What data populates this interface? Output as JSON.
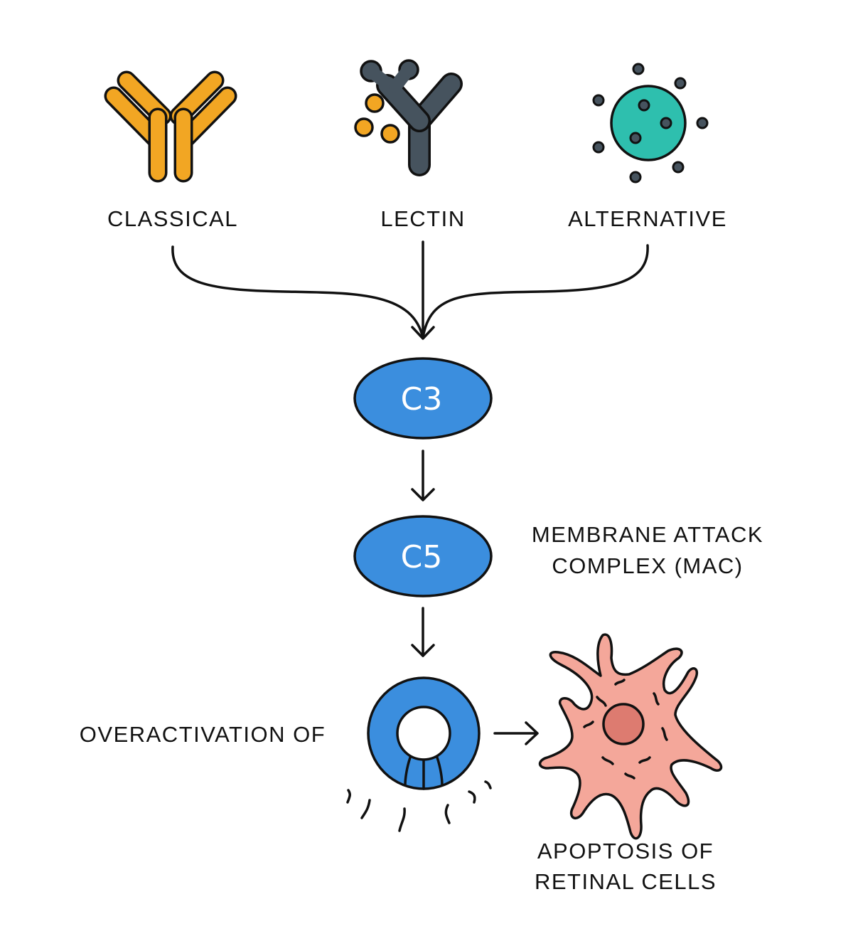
{
  "pathways": {
    "classical": "CLASSICAL",
    "lectin": "LECTIN",
    "alternative": "ALTERNATIVE"
  },
  "nodes": {
    "c3": "C3",
    "c5": "C5"
  },
  "mac_label": {
    "line1": "MEMBRANE ATTACK",
    "line2": "COMPLEX (MAC)"
  },
  "overactivation_label": "OVERACTIVATION OF",
  "apoptosis_label": {
    "line1": "APOPTOSIS OF",
    "line2": "RETINAL CELLS"
  },
  "colors": {
    "antibody": "#F2A623",
    "lectin": "#46535E",
    "alternative": "#2EBFAE",
    "complement_node": "#3B8EDE",
    "retinal_cell": "#F4A79A",
    "retinal_nucleus": "#DD7B70"
  },
  "icons": [
    "antibody-icon",
    "lectin-icon",
    "pathogen-icon",
    "mac-pore-icon",
    "retinal-cell-icon"
  ]
}
